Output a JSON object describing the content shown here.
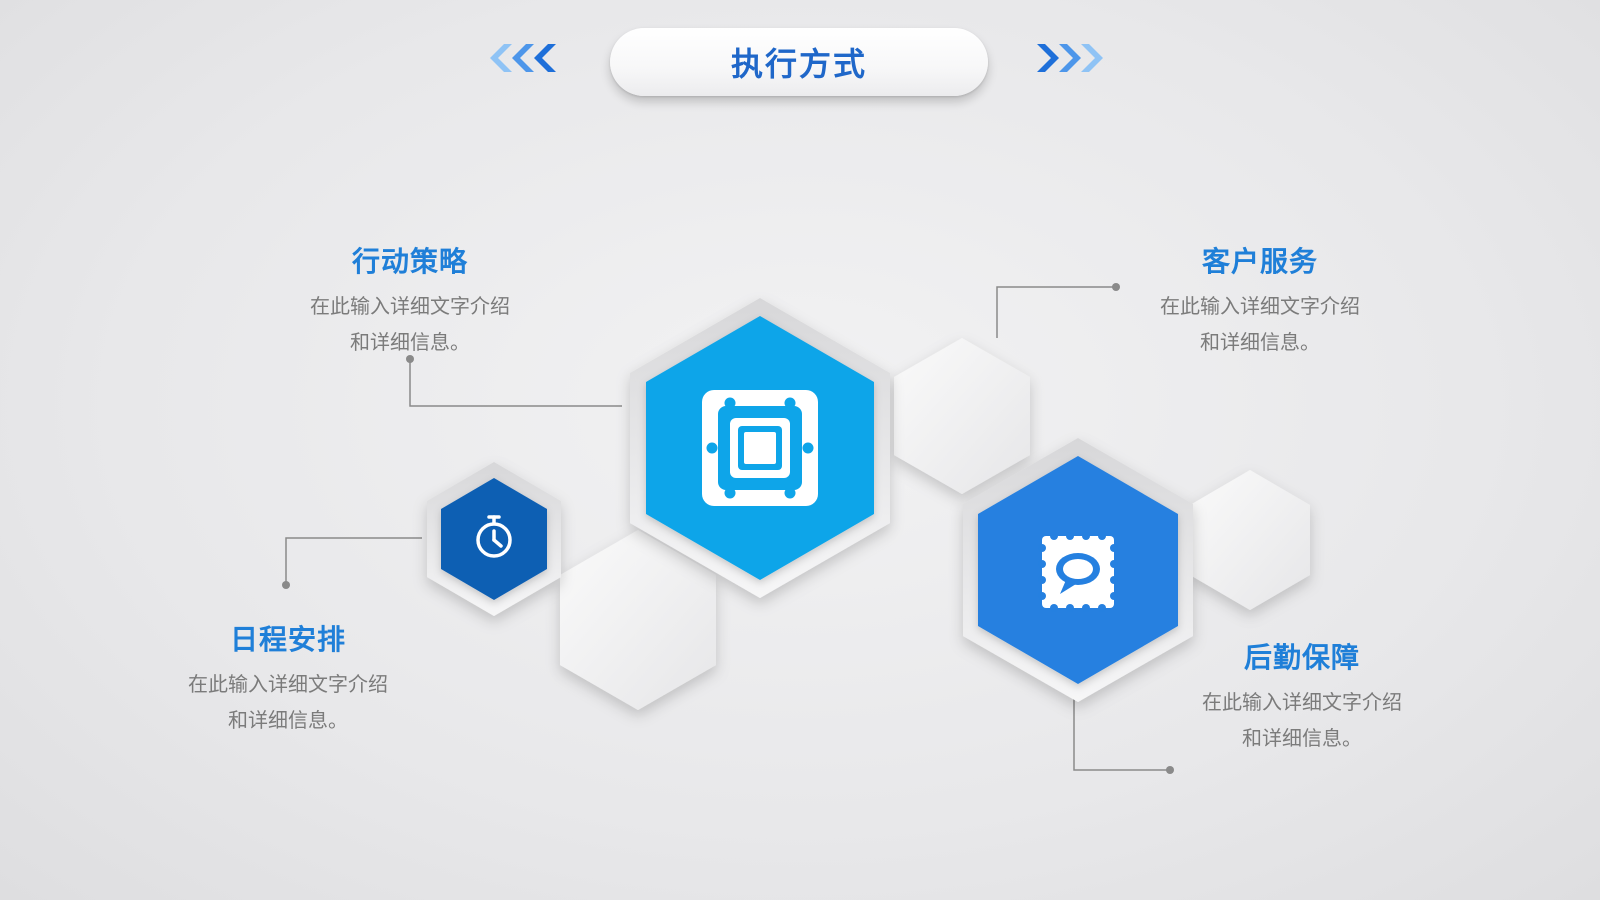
{
  "title": "执行方式",
  "items": [
    {
      "heading": "行动策略",
      "desc_line1": "在此输入详细文字介绍",
      "desc_line2": "和详细信息。"
    },
    {
      "heading": "客户服务",
      "desc_line1": "在此输入详细文字介绍",
      "desc_line2": "和详细信息。"
    },
    {
      "heading": "日程安排",
      "desc_line1": "在此输入详细文字介绍",
      "desc_line2": "和详细信息。"
    },
    {
      "heading": "后勤保障",
      "desc_line1": "在此输入详细文字介绍",
      "desc_line2": "和详细信息。"
    }
  ],
  "icons": {
    "main": "frame-icon",
    "small": "stopwatch-icon",
    "right": "chat-stamp-icon",
    "left_arrows": "chevrons-left-icon",
    "right_arrows": "chevrons-right-icon"
  },
  "colors": {
    "accent": "#1f7fd8",
    "title": "#1f67c9",
    "hex_cyan": "#0ea5e9",
    "hex_blue": "#2580e0",
    "hex_dark": "#0b5fb3",
    "desc": "#7b7b7b"
  }
}
